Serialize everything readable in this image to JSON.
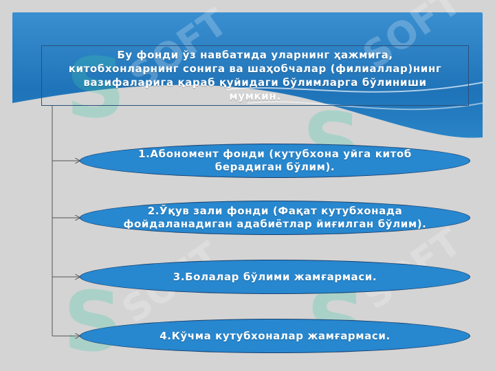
{
  "title": "Бу фонди ўз навбатида уларнинг ҳажмига, китобхонларнинг сонига ва  шаҳобчалар (филиаллар)нинг вазифаларига қараб қуйидаги бўлимларга бўлиниши мумкин.",
  "sections": [
    {
      "label": "1.Абономент фонди (кутубхона уйга китоб берадиган бўлим)."
    },
    {
      "label": "2.Ўқув  зали фонди (Фақат кутубхонада фойдаланадиган  адабиётлар йиғилган бўлим)."
    },
    {
      "label": "3.Болалар бўлими жамғармаси."
    },
    {
      "label": "4.Кўчма кутубхоналар жамғармаси."
    }
  ],
  "colors": {
    "background": "#d4d4d4",
    "header": "#1f73b8",
    "pill": "#2787cf",
    "pill_border": "#173f6c",
    "text": "#ffffff",
    "watermark": "#3cc8aa"
  }
}
